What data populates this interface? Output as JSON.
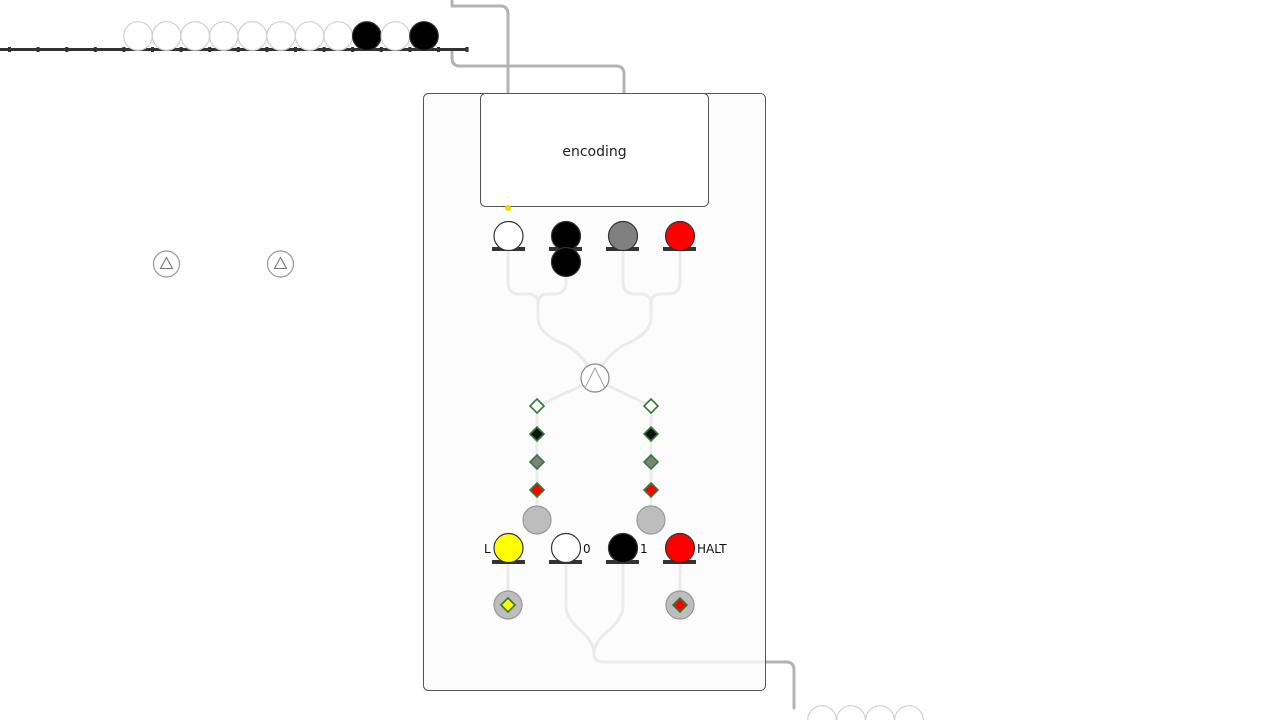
{
  "encoding_label": "encoding",
  "labels": {
    "l": "L",
    "zero": "0",
    "one": "1",
    "halt": "HALT"
  },
  "input_tape": {
    "balls": [
      "white",
      "white",
      "white",
      "white",
      "white",
      "white",
      "white",
      "white",
      "black",
      "white",
      "black"
    ]
  },
  "output_tape": {
    "balls": [
      "white",
      "white",
      "white",
      "white"
    ]
  },
  "buttons": [
    {
      "name": "trigger-button-1",
      "icon": "triangle-up-icon"
    },
    {
      "name": "trigger-button-2",
      "icon": "triangle-up-icon"
    }
  ],
  "colors": {
    "pipe": "#b3b3b3",
    "track": "#333333",
    "panel_border": "#555555",
    "panel_fill": "#fbfbfb",
    "white_ball": "#ffffff",
    "black_ball": "#000000",
    "gray_ball": "#808080",
    "red_ball": "#ff0000",
    "yellow_ball": "#ffff00",
    "green_valve": "#2e7d32"
  }
}
